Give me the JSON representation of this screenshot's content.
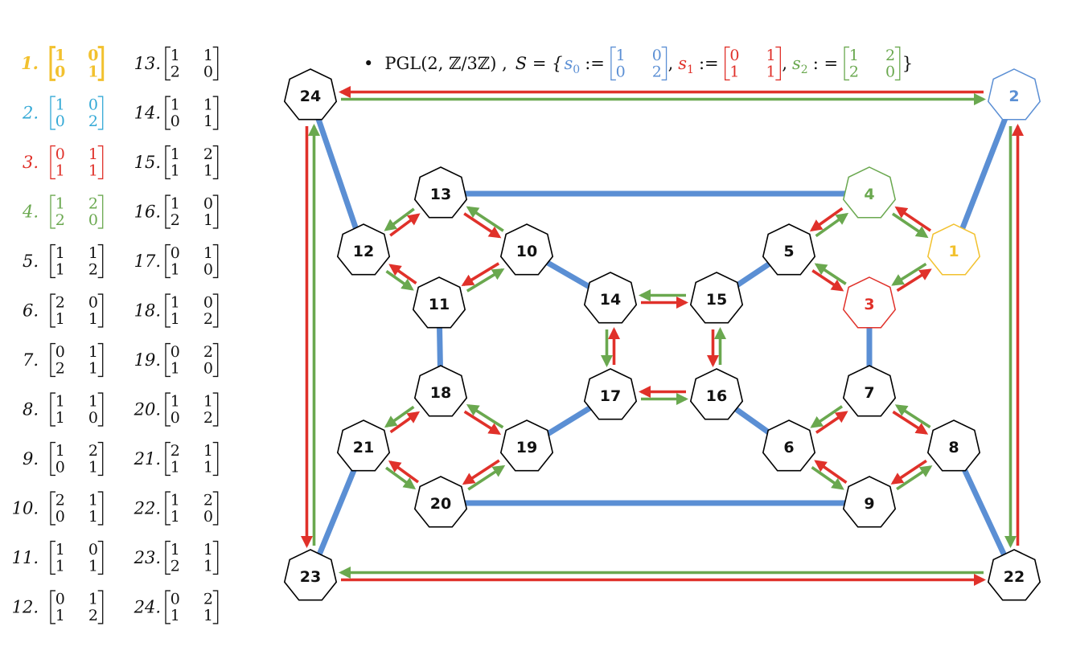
{
  "colors": {
    "s0": "#5b8fd4",
    "s1": "#e0312a",
    "s2": "#6aa84f",
    "node_stroke": "#000000",
    "node1": "#f2c12e",
    "node2": "#5b8fd4",
    "node3": "#e0312a",
    "node4": "#6aa84f",
    "list1": "#f2c12e",
    "list2": "#34a9d6",
    "list3": "#e0312a",
    "list4": "#6aa84f"
  },
  "header": {
    "bullet": "•",
    "group": "PGL(2, ℤ/3ℤ) ,",
    "set_open": "S = {",
    "set_close": "}",
    "generators": [
      {
        "sym": "s",
        "sub": "0",
        "def": ":=",
        "matrix": [
          "1",
          "0",
          "0",
          "2"
        ],
        "color": "s0",
        "comma": ","
      },
      {
        "sym": "s",
        "sub": "1",
        "def": ":=",
        "matrix": [
          "0",
          "1",
          "1",
          "1"
        ],
        "color": "s1",
        "comma": ","
      },
      {
        "sym": "s",
        "sub": "2",
        "def": ": =",
        "matrix": [
          "1",
          "2",
          "2",
          "0"
        ],
        "color": "s2",
        "comma": ""
      }
    ]
  },
  "elements": [
    {
      "label": "1.",
      "matrix": [
        "1",
        "0",
        "0",
        "1"
      ],
      "color": "list1",
      "bold": true
    },
    {
      "label": "2.",
      "matrix": [
        "1",
        "0",
        "0",
        "2"
      ],
      "color": "list2"
    },
    {
      "label": "3.",
      "matrix": [
        "0",
        "1",
        "1",
        "1"
      ],
      "color": "list3"
    },
    {
      "label": "4.",
      "matrix": [
        "1",
        "2",
        "2",
        "0"
      ],
      "color": "list4"
    },
    {
      "label": "5.",
      "matrix": [
        "1",
        "1",
        "1",
        "2"
      ]
    },
    {
      "label": "6.",
      "matrix": [
        "2",
        "0",
        "1",
        "1"
      ]
    },
    {
      "label": "7.",
      "matrix": [
        "0",
        "1",
        "2",
        "1"
      ]
    },
    {
      "label": "8.",
      "matrix": [
        "1",
        "1",
        "1",
        "0"
      ]
    },
    {
      "label": "9.",
      "matrix": [
        "1",
        "2",
        "0",
        "1"
      ]
    },
    {
      "label": "10.",
      "matrix": [
        "2",
        "1",
        "0",
        "1"
      ]
    },
    {
      "label": "11.",
      "matrix": [
        "1",
        "0",
        "1",
        "1"
      ]
    },
    {
      "label": "12.",
      "matrix": [
        "0",
        "1",
        "1",
        "2"
      ]
    },
    {
      "label": "13.",
      "matrix": [
        "1",
        "1",
        "2",
        "0"
      ]
    },
    {
      "label": "14.",
      "matrix": [
        "1",
        "1",
        "0",
        "1"
      ]
    },
    {
      "label": "15.",
      "matrix": [
        "1",
        "2",
        "1",
        "1"
      ]
    },
    {
      "label": "16.",
      "matrix": [
        "1",
        "0",
        "2",
        "1"
      ]
    },
    {
      "label": "17.",
      "matrix": [
        "0",
        "1",
        "1",
        "0"
      ]
    },
    {
      "label": "18.",
      "matrix": [
        "1",
        "0",
        "1",
        "2"
      ]
    },
    {
      "label": "19.",
      "matrix": [
        "0",
        "2",
        "1",
        "0"
      ]
    },
    {
      "label": "20.",
      "matrix": [
        "1",
        "1",
        "0",
        "2"
      ]
    },
    {
      "label": "21.",
      "matrix": [
        "2",
        "1",
        "1",
        "1"
      ]
    },
    {
      "label": "22.",
      "matrix": [
        "1",
        "2",
        "1",
        "0"
      ]
    },
    {
      "label": "23.",
      "matrix": [
        "1",
        "1",
        "2",
        "1"
      ]
    },
    {
      "label": "24.",
      "matrix": [
        "0",
        "2",
        "1",
        "1"
      ]
    }
  ],
  "nodes": [
    {
      "id": "1",
      "label": "1",
      "color": "node1"
    },
    {
      "id": "2",
      "label": "2",
      "color": "node2"
    },
    {
      "id": "3",
      "label": "3",
      "color": "node3"
    },
    {
      "id": "4",
      "label": "4",
      "color": "node4"
    },
    {
      "id": "5",
      "label": "5"
    },
    {
      "id": "6",
      "label": "6"
    },
    {
      "id": "7",
      "label": "7"
    },
    {
      "id": "8",
      "label": "8"
    },
    {
      "id": "9",
      "label": "9"
    },
    {
      "id": "10",
      "label": "10"
    },
    {
      "id": "11",
      "label": "11"
    },
    {
      "id": "12",
      "label": "12"
    },
    {
      "id": "13",
      "label": "13"
    },
    {
      "id": "14",
      "label": "14"
    },
    {
      "id": "15",
      "label": "15"
    },
    {
      "id": "16",
      "label": "16"
    },
    {
      "id": "17",
      "label": "17"
    },
    {
      "id": "18",
      "label": "18"
    },
    {
      "id": "19",
      "label": "19"
    },
    {
      "id": "20",
      "label": "20"
    },
    {
      "id": "21",
      "label": "21"
    },
    {
      "id": "22",
      "label": "22"
    },
    {
      "id": "23",
      "label": "23"
    },
    {
      "id": "24",
      "label": "24"
    }
  ],
  "edges_s0": [
    [
      "2",
      "1"
    ],
    [
      "24",
      "12"
    ],
    [
      "13",
      "4"
    ],
    [
      "10",
      "14"
    ],
    [
      "15",
      "5"
    ],
    [
      "3",
      "7"
    ],
    [
      "11",
      "18"
    ],
    [
      "19",
      "17"
    ],
    [
      "16",
      "6"
    ],
    [
      "20",
      "9"
    ],
    [
      "21",
      "23"
    ],
    [
      "8",
      "22"
    ]
  ],
  "edges_s1": [
    [
      "1",
      "4"
    ],
    [
      "4",
      "5"
    ],
    [
      "5",
      "3"
    ],
    [
      "3",
      "1"
    ],
    [
      "12",
      "13"
    ],
    [
      "13",
      "10"
    ],
    [
      "10",
      "11"
    ],
    [
      "11",
      "12"
    ],
    [
      "14",
      "15"
    ],
    [
      "15",
      "16"
    ],
    [
      "16",
      "17"
    ],
    [
      "17",
      "14"
    ],
    [
      "21",
      "18"
    ],
    [
      "18",
      "19"
    ],
    [
      "19",
      "20"
    ],
    [
      "20",
      "21"
    ],
    [
      "6",
      "7"
    ],
    [
      "7",
      "8"
    ],
    [
      "8",
      "9"
    ],
    [
      "9",
      "6"
    ],
    [
      "2",
      "24"
    ],
    [
      "24",
      "23"
    ],
    [
      "23",
      "22"
    ],
    [
      "22",
      "2"
    ]
  ],
  "edges_s2": [
    [
      "1",
      "3"
    ],
    [
      "3",
      "5"
    ],
    [
      "5",
      "4"
    ],
    [
      "4",
      "1"
    ],
    [
      "12",
      "11"
    ],
    [
      "11",
      "10"
    ],
    [
      "10",
      "13"
    ],
    [
      "13",
      "12"
    ],
    [
      "14",
      "17"
    ],
    [
      "17",
      "16"
    ],
    [
      "16",
      "15"
    ],
    [
      "15",
      "14"
    ],
    [
      "21",
      "20"
    ],
    [
      "20",
      "19"
    ],
    [
      "19",
      "18"
    ],
    [
      "18",
      "21"
    ],
    [
      "6",
      "9"
    ],
    [
      "9",
      "8"
    ],
    [
      "8",
      "7"
    ],
    [
      "7",
      "6"
    ],
    [
      "24",
      "2"
    ],
    [
      "2",
      "22"
    ],
    [
      "22",
      "23"
    ],
    [
      "23",
      "24"
    ]
  ]
}
